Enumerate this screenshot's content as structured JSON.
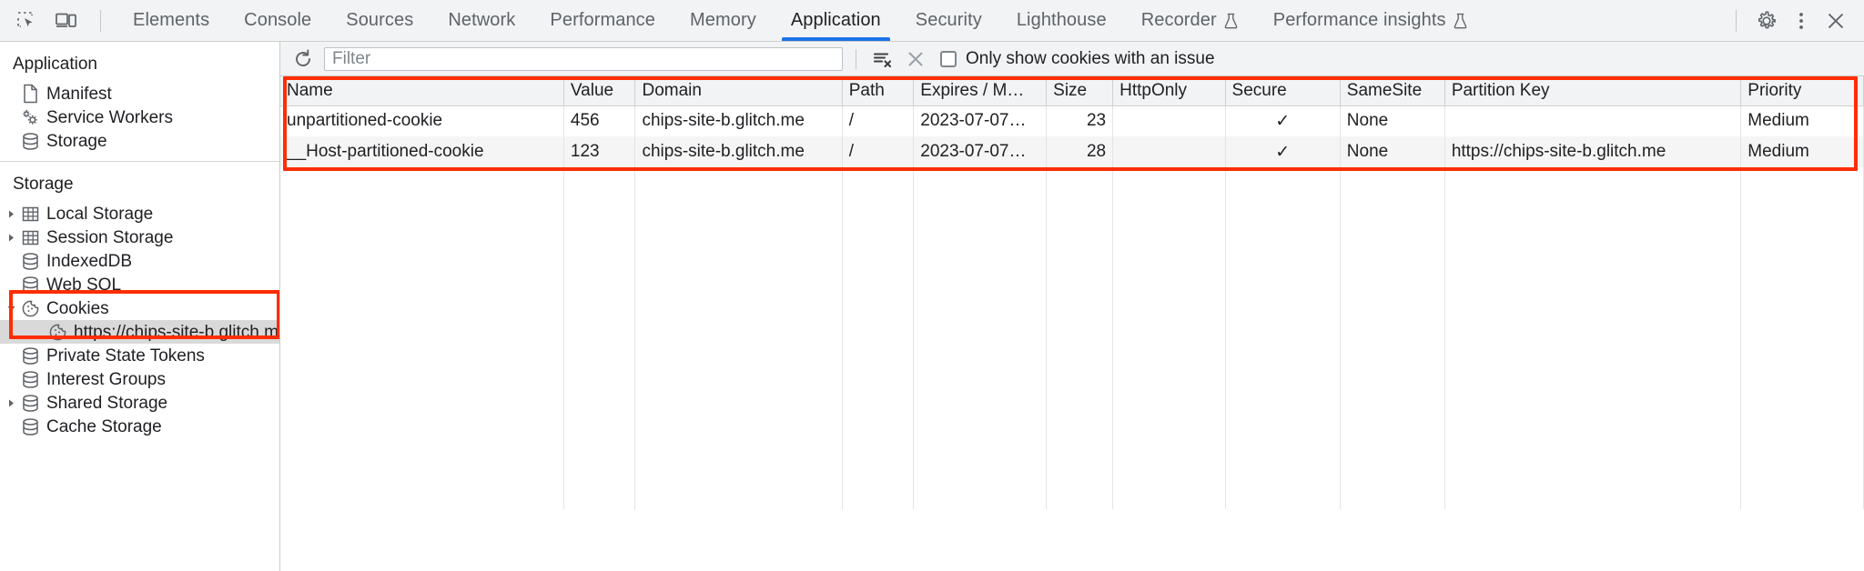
{
  "toolbar": {
    "inspect_icon": "inspect-element-icon",
    "device_icon": "device-toolbar-icon",
    "tabs": [
      {
        "label": "Elements",
        "active": false,
        "experimental": false
      },
      {
        "label": "Console",
        "active": false,
        "experimental": false
      },
      {
        "label": "Sources",
        "active": false,
        "experimental": false
      },
      {
        "label": "Network",
        "active": false,
        "experimental": false
      },
      {
        "label": "Performance",
        "active": false,
        "experimental": false
      },
      {
        "label": "Memory",
        "active": false,
        "experimental": false
      },
      {
        "label": "Application",
        "active": true,
        "experimental": false
      },
      {
        "label": "Security",
        "active": false,
        "experimental": false
      },
      {
        "label": "Lighthouse",
        "active": false,
        "experimental": false
      },
      {
        "label": "Recorder",
        "active": false,
        "experimental": true
      },
      {
        "label": "Performance insights",
        "active": false,
        "experimental": true
      }
    ],
    "settings_icon": "gear-icon",
    "more_icon": "kebab-menu-icon",
    "close_icon": "close-icon",
    "active_tab_color": "#1a73e8"
  },
  "sidebar": {
    "application": {
      "title": "Application",
      "items": [
        {
          "label": "Manifest",
          "icon": "manifest-document-icon",
          "twisty": "none"
        },
        {
          "label": "Service Workers",
          "icon": "gears-icon",
          "twisty": "none"
        },
        {
          "label": "Storage",
          "icon": "database-icon",
          "twisty": "none"
        }
      ]
    },
    "storage": {
      "title": "Storage",
      "items": [
        {
          "label": "Local Storage",
          "icon": "table-icon",
          "twisty": "collapsed",
          "selected": false,
          "child": false
        },
        {
          "label": "Session Storage",
          "icon": "table-icon",
          "twisty": "collapsed",
          "selected": false,
          "child": false
        },
        {
          "label": "IndexedDB",
          "icon": "database-icon",
          "twisty": "none",
          "selected": false,
          "child": false
        },
        {
          "label": "Web SQL",
          "icon": "database-icon",
          "twisty": "none",
          "selected": false,
          "child": false
        },
        {
          "label": "Cookies",
          "icon": "cookie-icon",
          "twisty": "expanded",
          "selected": false,
          "child": false
        },
        {
          "label": "https://chips-site-b.glitch.me",
          "icon": "cookie-icon",
          "twisty": "none",
          "selected": true,
          "child": true
        },
        {
          "label": "Private State Tokens",
          "icon": "database-icon",
          "twisty": "none",
          "selected": false,
          "child": false
        },
        {
          "label": "Interest Groups",
          "icon": "database-icon",
          "twisty": "none",
          "selected": false,
          "child": false
        },
        {
          "label": "Shared Storage",
          "icon": "database-icon",
          "twisty": "collapsed",
          "selected": false,
          "child": false
        },
        {
          "label": "Cache Storage",
          "icon": "database-icon",
          "twisty": "none",
          "selected": false,
          "child": false
        }
      ]
    }
  },
  "filterbar": {
    "refresh_icon": "refresh-icon",
    "filter_placeholder": "Filter",
    "filter_value": "",
    "clear_all_icon": "clear-all-cookies-icon",
    "clear_filtered_icon": "clear-filtered-cookies-icon",
    "checkbox_label": "Only show cookies with an issue",
    "checkbox_checked": false
  },
  "table": {
    "columns": [
      "Name",
      "Value",
      "Domain",
      "Path",
      "Expires / M…",
      "Size",
      "HttpOnly",
      "Secure",
      "SameSite",
      "Partition Key",
      "Priority"
    ],
    "rows": [
      {
        "Name": "unpartitioned-cookie",
        "Value": "456",
        "Domain": "chips-site-b.glitch.me",
        "Path": "/",
        "Expires": "2023-07-07…",
        "Size": "23",
        "HttpOnly": "",
        "Secure": "✓",
        "SameSite": "None",
        "PartitionKey": "",
        "Priority": "Medium"
      },
      {
        "Name": "__Host-partitioned-cookie",
        "Value": "123",
        "Domain": "chips-site-b.glitch.me",
        "Path": "/",
        "Expires": "2023-07-07…",
        "Size": "28",
        "HttpOnly": "",
        "Secure": "✓",
        "SameSite": "None",
        "PartitionKey": "https://chips-site-b.glitch.me",
        "Priority": "Medium"
      }
    ]
  },
  "annotations": {
    "color": "#ff2d00",
    "boxes": [
      "cookies-tree-highlight",
      "cookie-table-highlight"
    ]
  }
}
